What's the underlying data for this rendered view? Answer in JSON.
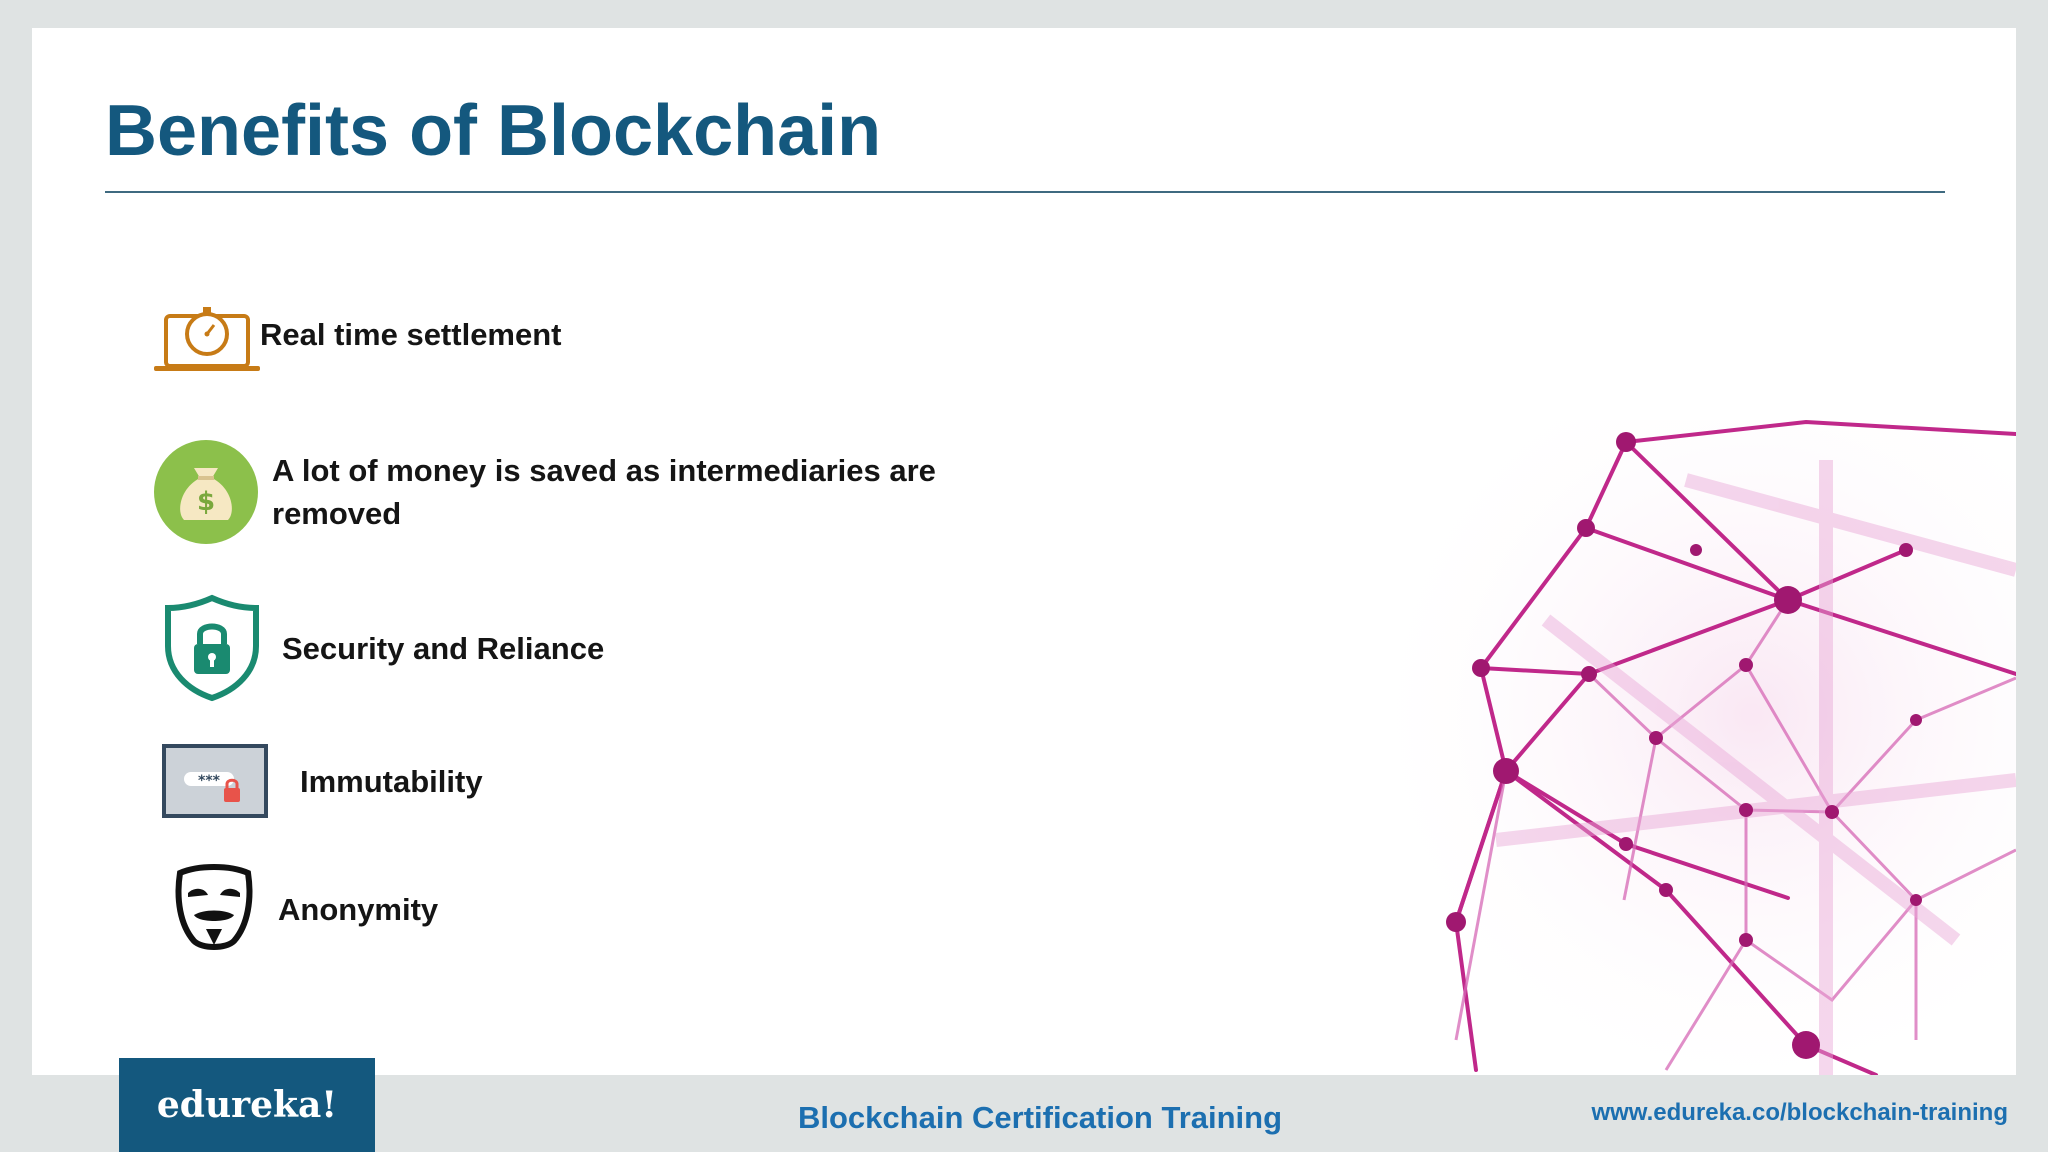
{
  "slide": {
    "title": "Benefits of Blockchain"
  },
  "benefits": [
    {
      "icon": "laptop-stopwatch-icon",
      "label": "Real time settlement"
    },
    {
      "icon": "money-bag-icon",
      "label": "A lot of money is saved as intermediaries are removed"
    },
    {
      "icon": "shield-lock-icon",
      "label": "Security and Reliance"
    },
    {
      "icon": "password-screen-icon",
      "label": "Immutability"
    },
    {
      "icon": "anonymous-mask-icon",
      "label": "Anonymity"
    }
  ],
  "footer": {
    "logo": "edureka!",
    "course": "Blockchain Certification Training",
    "url": "www.edureka.co/blockchain-training"
  },
  "colors": {
    "title": "#14587e",
    "accent": "#1c6fb0",
    "sphere": "#c0288a"
  }
}
